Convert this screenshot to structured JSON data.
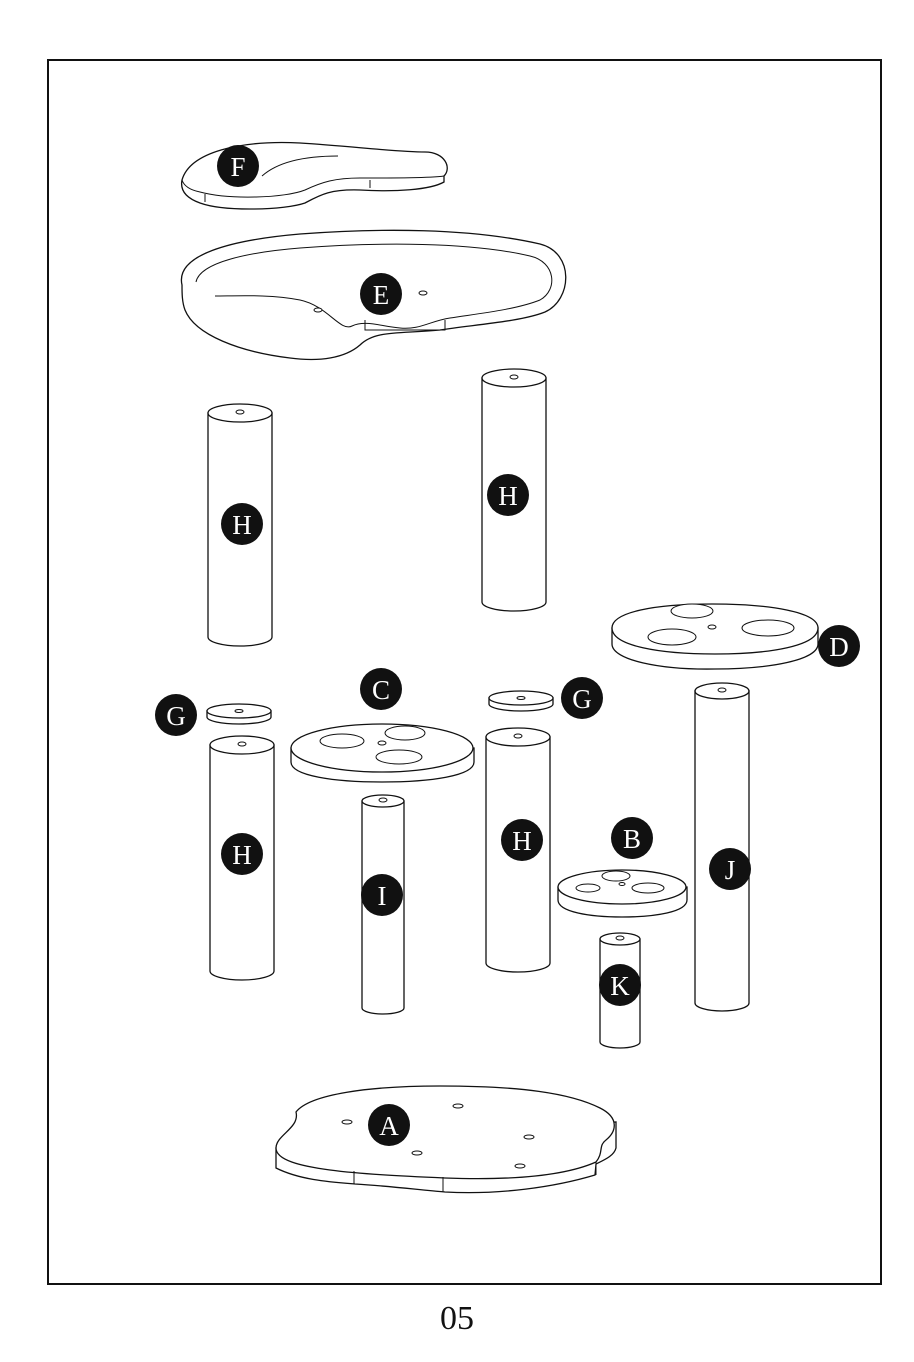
{
  "parts": {
    "A": "A",
    "B": "B",
    "C": "C",
    "D": "D",
    "E": "E",
    "F": "F",
    "G1": "G",
    "G2": "G",
    "H1": "H",
    "H2": "H",
    "H3": "H",
    "H4": "H",
    "I": "I",
    "J": "J",
    "K": "K"
  },
  "page_number": "05",
  "colors": {
    "ink": "#111111",
    "paper": "#ffffff"
  }
}
